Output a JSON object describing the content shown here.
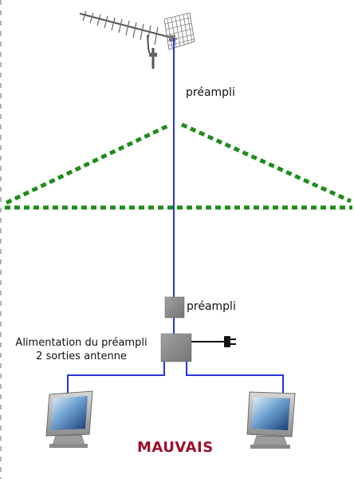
{
  "labels": {
    "preamp_top": "préampli",
    "preamp_box": "préampli",
    "power_line1": "Alimentation du préampli",
    "power_line2": "2 sorties antenne"
  },
  "verdict": {
    "text": "MAUVAIS",
    "color": "#99102a"
  },
  "colors": {
    "cable": "#2437d8",
    "dashes": "#1f8c1a",
    "box": "#8a8a8a",
    "plug": "#111111",
    "page_border_dashes": "#9a9a9a"
  },
  "icons": {
    "antenna": "yagi-antenna-icon",
    "preamp": "preamp-box-icon",
    "power_supply": "power-supply-box-icon",
    "plug": "power-plug-icon",
    "tv_left": "tv-monitor-icon",
    "tv_right": "tv-monitor-icon"
  }
}
